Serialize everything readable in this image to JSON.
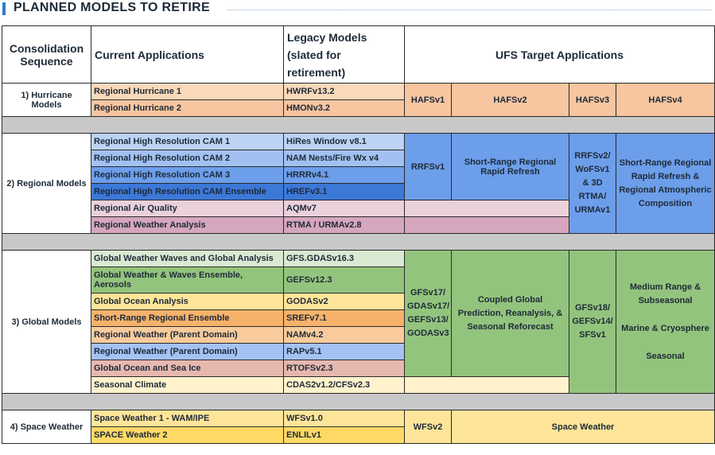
{
  "page_title": "PLANNED MODELS TO RETIRE",
  "headers": {
    "sequence": "Consolidation Sequence",
    "current": "Current Applications",
    "legacy": "Legacy Models (slated for retirement)",
    "ufs": "UFS Target Applications"
  },
  "groups": {
    "hurricane": {
      "label": "1) Hurricane Models",
      "rows": [
        {
          "app": "Regional Hurricane 1",
          "legacy": "HWRFv13.2"
        },
        {
          "app": "Regional Hurricane 2",
          "legacy": "HMONv3.2"
        }
      ],
      "targets": [
        "HAFSv1",
        "HAFSv2",
        "HAFSv3",
        "HAFSv4"
      ]
    },
    "regional": {
      "label": "2) Regional Models",
      "rows": [
        {
          "app": "Regional High Resolution CAM 1",
          "legacy": "HiRes Window v8.1"
        },
        {
          "app": "Regional High Resolution CAM 2",
          "legacy": "NAM Nests/Fire Wx v4"
        },
        {
          "app": "Regional High Resolution CAM 3",
          "legacy": "HRRRv4.1"
        },
        {
          "app": "Regional High Resolution CAM Ensemble",
          "legacy": "HREFv3.1"
        },
        {
          "app": "Regional Air Quality",
          "legacy": "AQMv7"
        },
        {
          "app": "Regional Weather Analysis",
          "legacy": "RTMA / URMAv2.8"
        }
      ],
      "targets": [
        "RRFSv1",
        "Short-Range Regional Rapid Refresh",
        "RRFSv2/ WoFSv1 & 3D RTMA/ URMAv1",
        "Short-Range Regional Rapid Refresh & Regional Atmospheric Composition"
      ]
    },
    "global": {
      "label": "3) Global Models",
      "rows": [
        {
          "app": "Global Weather Waves and Global Analysis",
          "legacy": "GFS.GDASv16.3"
        },
        {
          "app": "Global Weather & Waves Ensemble, Aerosols",
          "legacy": "GEFSv12.3"
        },
        {
          "app": "Global Ocean Analysis",
          "legacy": "GODASv2"
        },
        {
          "app": "Short-Range Regional Ensemble",
          "legacy": "SREFv7.1"
        },
        {
          "app": "Regional Weather (Parent Domain)",
          "legacy": "NAMv4.2"
        },
        {
          "app": "Regional Weather (Parent Domain)",
          "legacy": "RAPv5.1"
        },
        {
          "app": "Global Ocean and Sea Ice",
          "legacy": "RTOFSv2.3"
        },
        {
          "app": "Seasonal Climate",
          "legacy": "CDAS2v1.2/CFSv2.3"
        }
      ],
      "targets": [
        "GFSv17/ GDASv17/ GEFSv13/ GODASv3",
        "Coupled Global Prediction, Reanalysis, & Seasonal Reforecast",
        "GFSv18/ GEFSv14/ SFSv1",
        "Medium Range & Subseasonal",
        "Marine & Cryosphere",
        "Seasonal"
      ]
    },
    "space": {
      "label": "4) Space Weather",
      "rows": [
        {
          "app": "Space Weather 1 - WAM/IPE",
          "legacy": "WFSv1.0"
        },
        {
          "app": "SPACE Weather 2",
          "legacy": "ENLILv1"
        }
      ],
      "targets": [
        "WFSv2",
        "Space Weather"
      ]
    }
  },
  "colors": {
    "hurricane_1": "#fad9b9",
    "hurricane_2": "#f7c59f",
    "hurricane_target": "#f7c59f",
    "cam1": "#bcd3f5",
    "cam2": "#a2c1f2",
    "cam3": "#6d9eea",
    "cam_ens": "#3c78d8",
    "regional_target": "#6d9eea",
    "air_quality": "#ead1dc",
    "weather_analysis": "#d5a6bd",
    "global_analysis": "#d9ead3",
    "global_green": "#93c47d",
    "ocean_analysis": "#ffe599",
    "sref": "#f6b26b",
    "nam": "#f9cb9c",
    "rap": "#a4c2f4",
    "rtofs": "#e6b8af",
    "seasonal": "#fff2cc",
    "space_1": "#ffe599",
    "space_2": "#ffd966",
    "space_target": "#ffe599",
    "spacer": "#c8c8c8"
  }
}
